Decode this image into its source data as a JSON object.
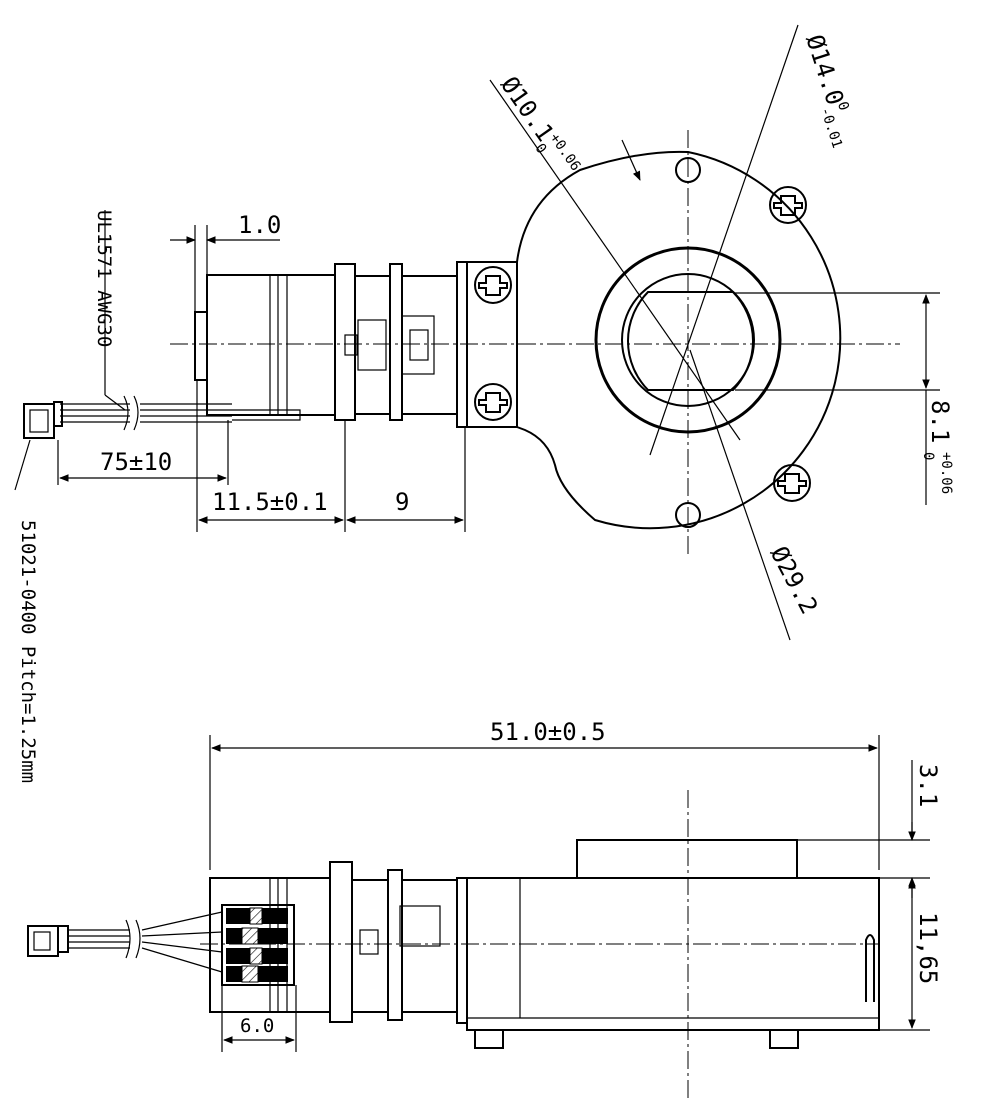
{
  "top_view": {
    "dim_1_0": "1.0",
    "wire_spec": "UL1571 AWG30",
    "lead_length": "75±10",
    "dim_11_5": "11.5±0.1",
    "dim_9": "9",
    "connector_spec": "51021-0400 Pitch=1.25mm",
    "dia_10_1": {
      "base": "Ø10.1",
      "upper": "+0.06",
      "lower": "0"
    },
    "dia_14_0": {
      "base": "Ø14.0",
      "upper": "0",
      "lower": "-0.01"
    },
    "dim_8_1": {
      "base": "8.1",
      "upper": "+0.06",
      "lower": "0"
    },
    "dia_29_2": "Ø29.2"
  },
  "bottom_view": {
    "overall_length": "51.0±0.5",
    "dim_3_1": "3.1",
    "dim_11_65": "11,65",
    "dim_6_0": "6.0"
  }
}
